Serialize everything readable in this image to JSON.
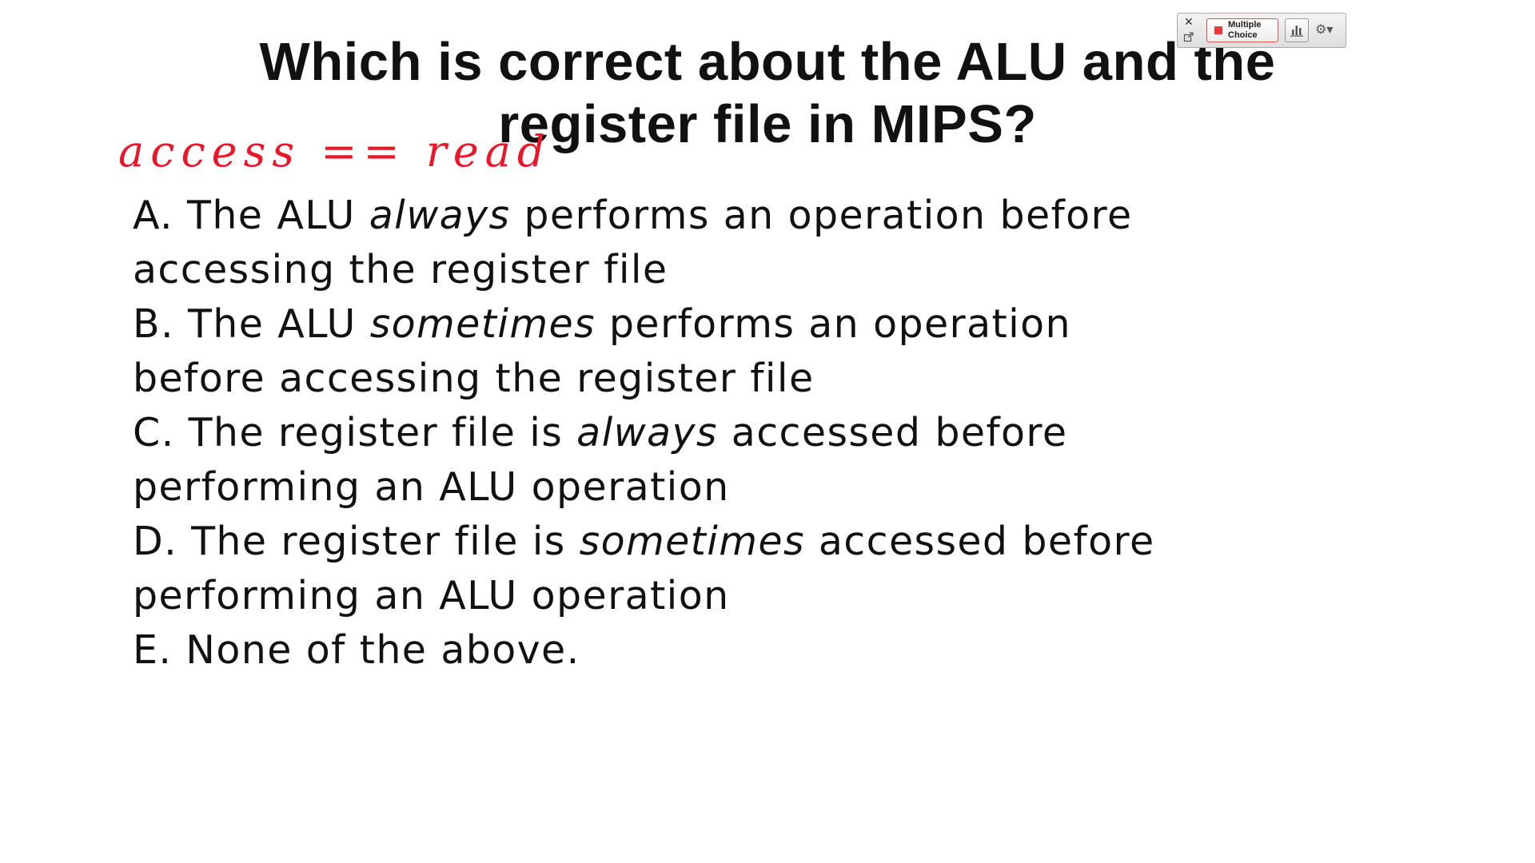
{
  "slide": {
    "title_line1": "Which is correct about the ALU and the",
    "title_line2": "register file in MIPS?",
    "annotation": "access == read",
    "options": [
      {
        "line1": {
          "pre": "A.  The ALU ",
          "em": "always",
          "post": " performs an operation before"
        },
        "line2": "accessing the register file"
      },
      {
        "line1": {
          "pre": "B.  The ALU ",
          "em": "sometimes",
          "post": " performs an operation"
        },
        "line2": "before accessing the register file"
      },
      {
        "line1": {
          "pre": "C. The register file is ",
          "em": "always",
          "post": " accessed before"
        },
        "line2": "performing an ALU operation"
      },
      {
        "line1": {
          "pre": "D. The register file is ",
          "em": "sometimes",
          "post": " accessed before"
        },
        "line2": "performing an ALU operation"
      },
      {
        "line1": {
          "pre": "E. None of the above.",
          "em": "",
          "post": ""
        },
        "line2": ""
      }
    ]
  },
  "toolbar": {
    "close_glyph": "✕",
    "mode_label_line1": "Multiple",
    "mode_label_line2": "Choice",
    "record_color": "#e83a3a",
    "gear_glyph": "⚙▾",
    "icons": [
      "close-icon",
      "popout-icon",
      "record-icon",
      "bar-chart-icon",
      "gear-icon"
    ]
  },
  "colors": {
    "annotation": "#e8182a",
    "text": "#111111",
    "background": "#ffffff"
  }
}
